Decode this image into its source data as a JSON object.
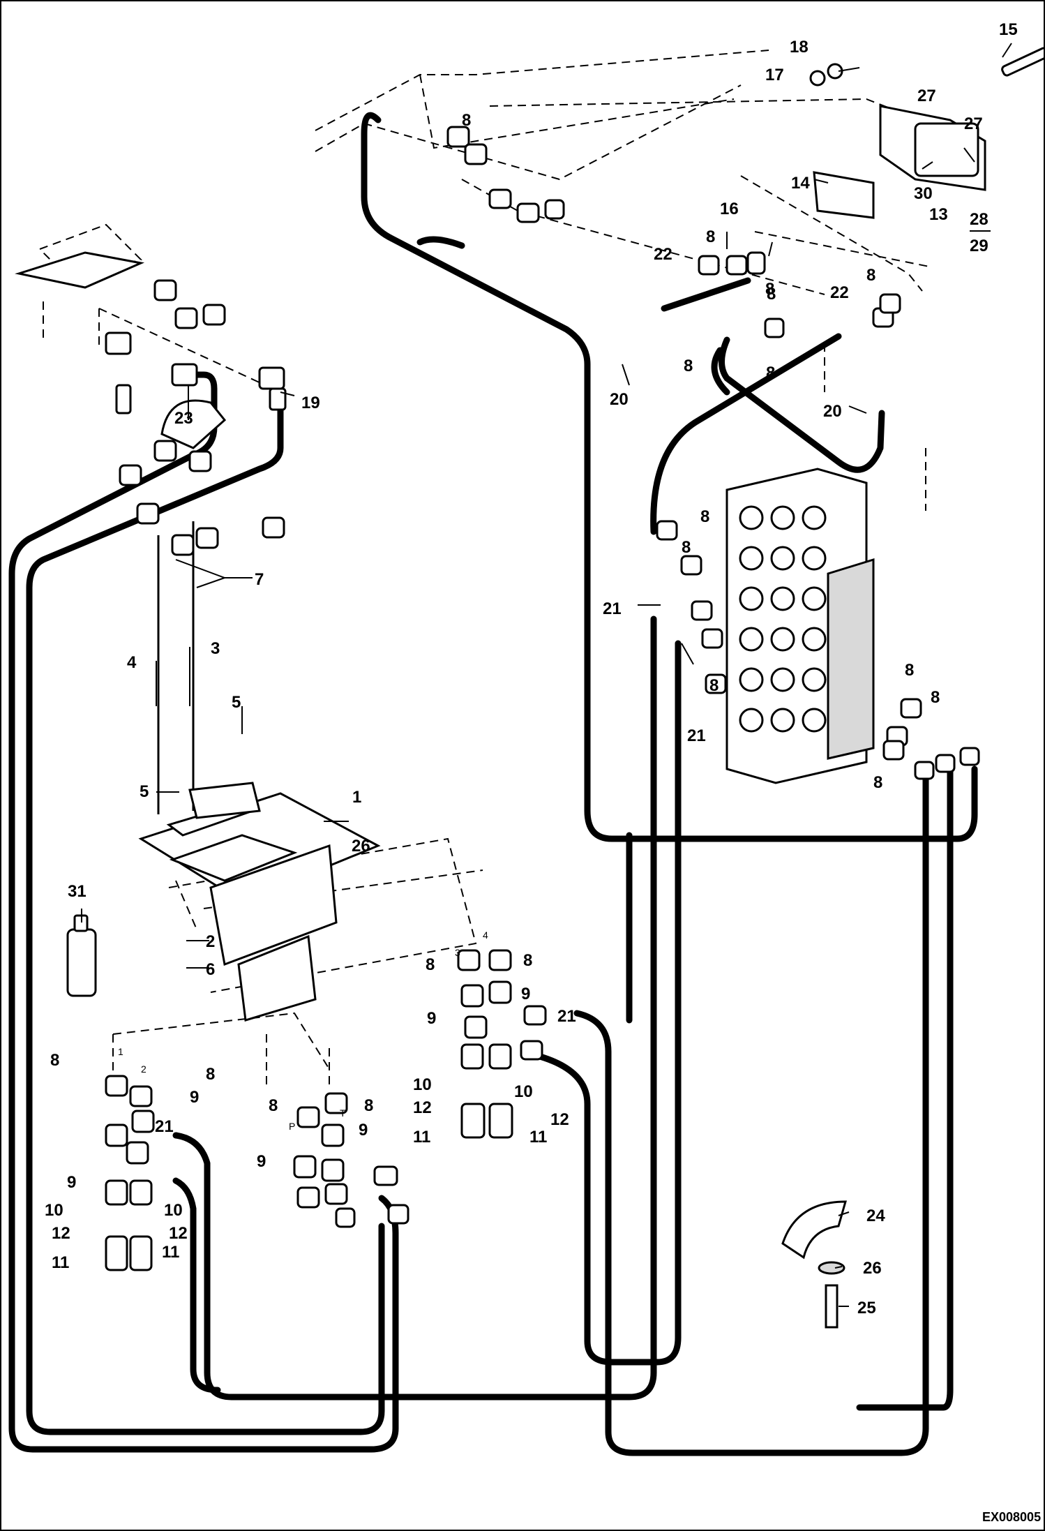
{
  "callouts": {
    "c1": "1",
    "c2": "2",
    "c3": "3",
    "c4": "4",
    "c5a": "5",
    "c5b": "5",
    "c6": "6",
    "c7": "7",
    "c8a": "8",
    "c8b": "8",
    "c8c": "8",
    "c8d": "8",
    "c8e": "8",
    "c8f": "8",
    "c8g": "8",
    "c8h": "8",
    "c8i": "8",
    "c8j": "8",
    "c8k": "8",
    "c8l": "8",
    "c8m": "8",
    "c8n": "8",
    "c8o": "8",
    "c8p": "8",
    "c8q": "8",
    "c8r": "8",
    "c8s": "8",
    "c9a": "9",
    "c9b": "9",
    "c9c": "9",
    "c9d": "9",
    "c9e": "9",
    "c9f": "9",
    "c10a": "10",
    "c10b": "10",
    "c10c": "10",
    "c10d": "10",
    "c11a": "11",
    "c11b": "11",
    "c11c": "11",
    "c11d": "11",
    "c12a": "12",
    "c12b": "12",
    "c12c": "12",
    "c12d": "12",
    "c13": "13",
    "c14": "14",
    "c15": "15",
    "c16": "16",
    "c17": "17",
    "c18": "18",
    "c19": "19",
    "c20a": "20",
    "c20b": "20",
    "c21a": "21",
    "c21b": "21",
    "c21c": "21",
    "c21d": "21",
    "c22a": "22",
    "c22b": "22",
    "c23": "23",
    "c24": "24",
    "c25": "25",
    "c26a": "26",
    "c26b": "26",
    "c27a": "27",
    "c27b": "27",
    "c28": "28",
    "c29": "29",
    "c30": "30",
    "c31": "31"
  },
  "port_marks": {
    "p1": "1",
    "p2": "2",
    "p3": "3",
    "p4": "4",
    "pP": "P",
    "pT": "T"
  },
  "drawing_id": "EX008005"
}
